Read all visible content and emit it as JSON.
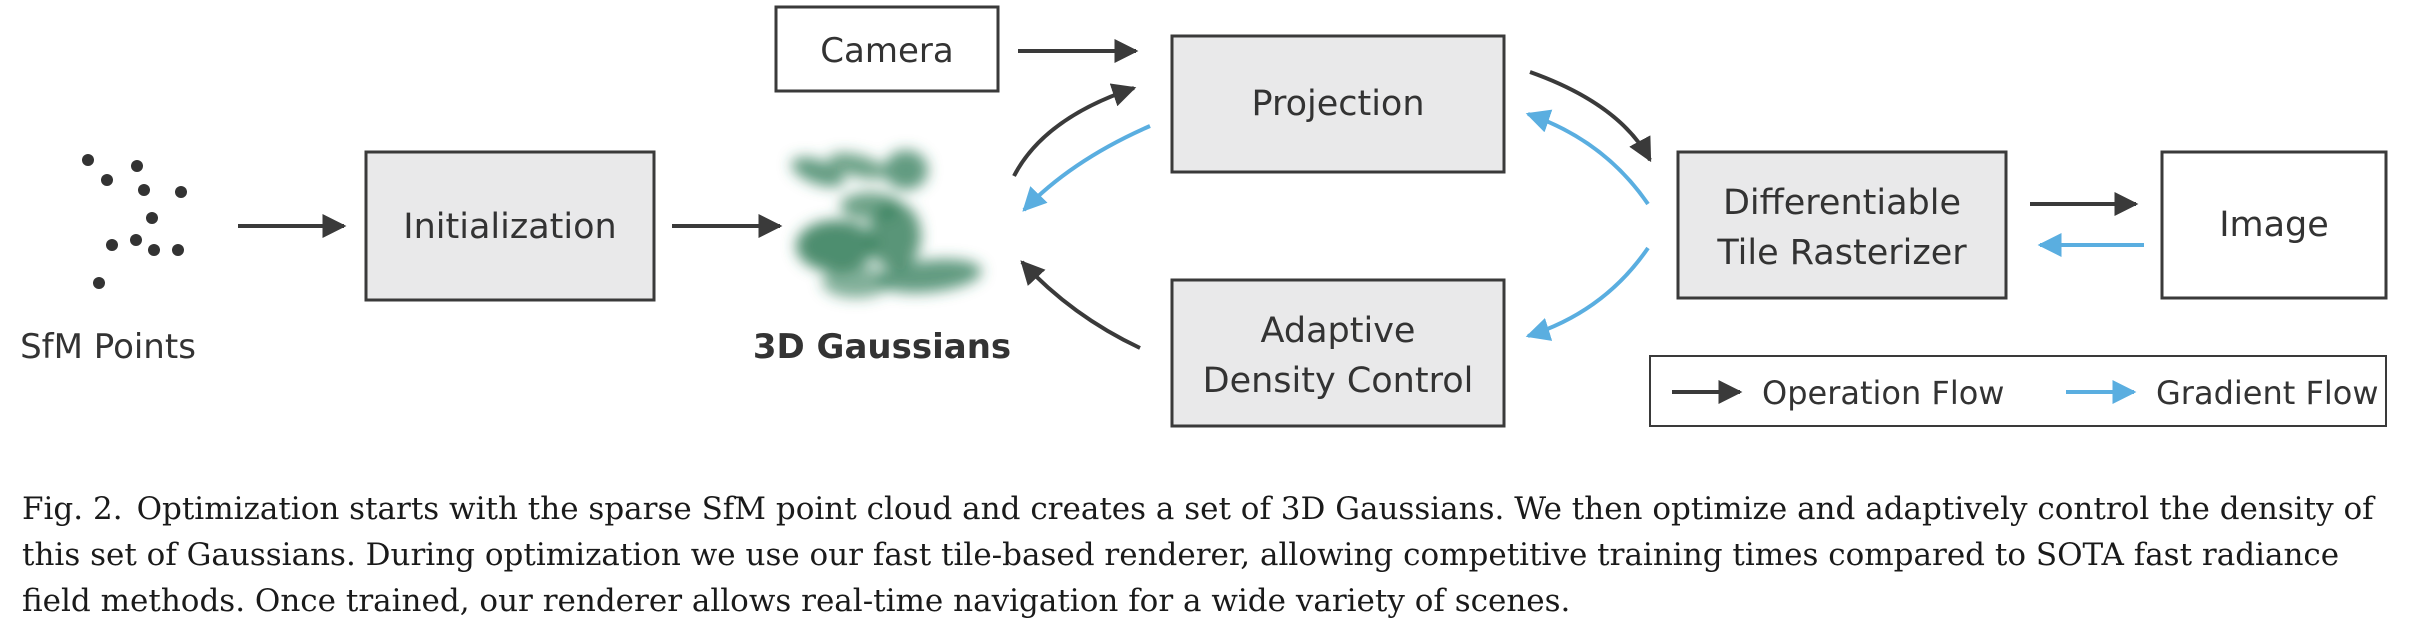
{
  "diagram": {
    "sfm_points_label": "SfM Points",
    "gaussians_label": "3D Gaussians",
    "boxes": {
      "camera": "Camera",
      "initialization": "Initialization",
      "projection": "Projection",
      "adaptive_line1": "Adaptive",
      "adaptive_line2": "Density Control",
      "rasterizer_line1": "Differentiable",
      "rasterizer_line2": "Tile Rasterizer",
      "image": "Image"
    },
    "legend": {
      "operation": "Operation Flow",
      "gradient": "Gradient Flow"
    },
    "colors": {
      "operation_flow": "#3a3a3a",
      "gradient_flow": "#5aaee0",
      "gaussian_green": "#2f7a55",
      "box_fill": "#e9e9ea",
      "box_stroke": "#3a3a3a"
    }
  },
  "caption": {
    "label": "Fig. 2.",
    "text": "Optimization starts with the sparse SfM point cloud and creates a set of 3D Gaussians. We then optimize and adaptively control the density of this set of Gaussians. During optimization we use our fast tile-based renderer, allowing competitive training times compared to SOTA fast radiance field methods. Once trained, our renderer allows real-time navigation for a wide variety of scenes."
  }
}
